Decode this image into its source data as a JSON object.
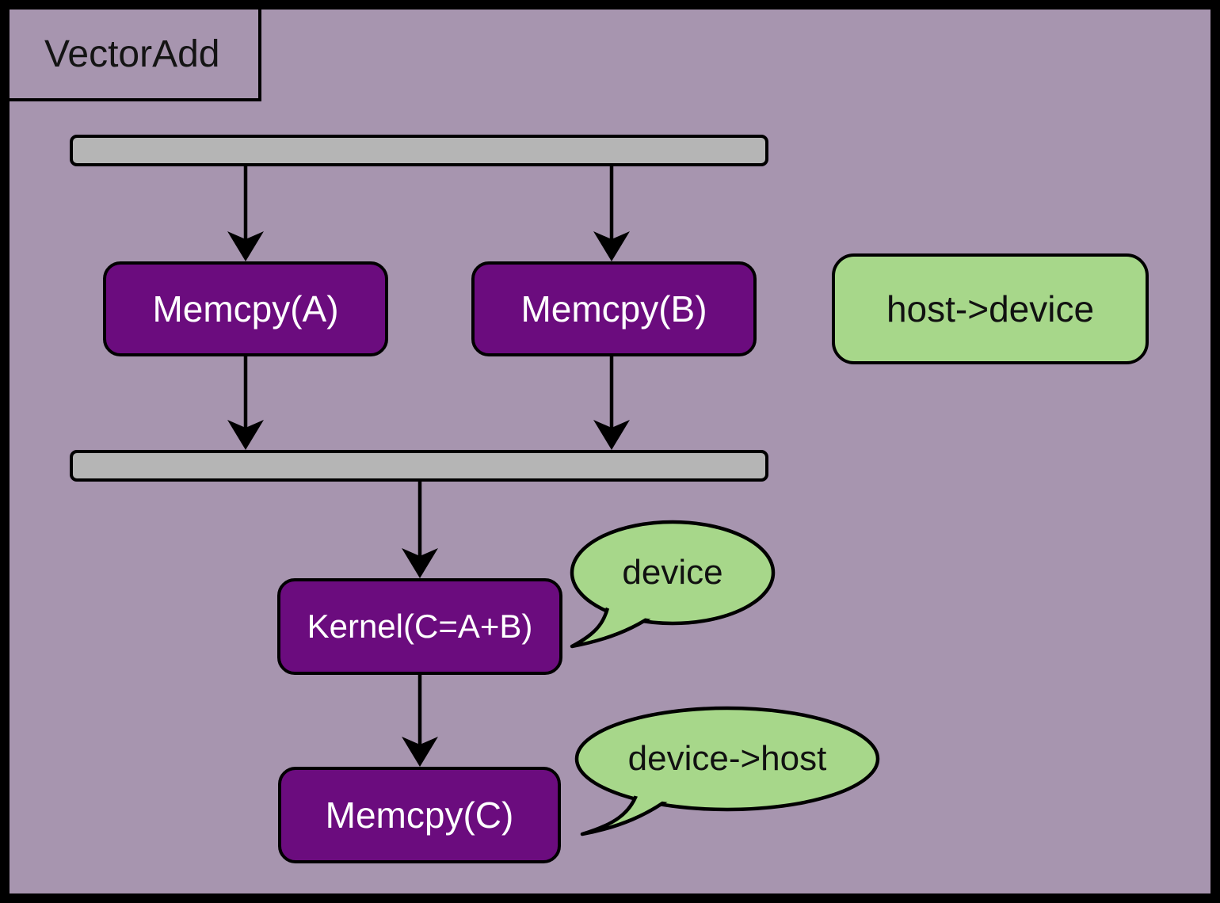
{
  "diagram": {
    "title": "VectorAdd",
    "nodes": {
      "barrier_top": {
        "type": "barrier",
        "label": ""
      },
      "barrier_mid": {
        "type": "barrier",
        "label": ""
      },
      "memcpy_a": {
        "type": "task",
        "label": "Memcpy(A)"
      },
      "memcpy_b": {
        "type": "task",
        "label": "Memcpy(B)"
      },
      "kernel": {
        "type": "task",
        "label": "Kernel(C=A+B)"
      },
      "memcpy_c": {
        "type": "task",
        "label": "Memcpy(C)"
      }
    },
    "annotations": {
      "host_device": {
        "shape": "rounded-rect",
        "label": "host->device"
      },
      "device": {
        "shape": "speech-bubble",
        "label": "device"
      },
      "device_host": {
        "shape": "speech-bubble",
        "label": "device->host"
      }
    },
    "edges": [
      {
        "from": "barrier_top",
        "to": "memcpy_a"
      },
      {
        "from": "barrier_top",
        "to": "memcpy_b"
      },
      {
        "from": "memcpy_a",
        "to": "barrier_mid"
      },
      {
        "from": "memcpy_b",
        "to": "barrier_mid"
      },
      {
        "from": "barrier_mid",
        "to": "kernel"
      },
      {
        "from": "kernel",
        "to": "memcpy_c"
      }
    ]
  },
  "colors": {
    "background": "#a795af",
    "frame": "#000000",
    "task_fill": "#6b0c7e",
    "task_text": "#ffffff",
    "annotation_fill": "#a7d78a",
    "annotation_text": "#111111",
    "barrier_fill": "#b5b5b5",
    "edge": "#000000"
  }
}
